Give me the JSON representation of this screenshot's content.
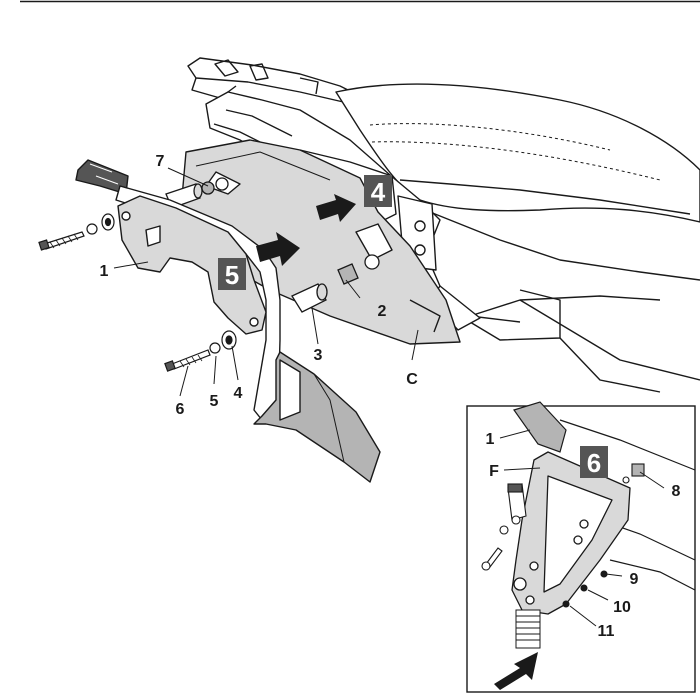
{
  "callouts": {
    "c1": "1",
    "c2": "2",
    "c3": "3",
    "c4": "4",
    "c5": "5",
    "c6": "6",
    "c7": "7",
    "cC": "C",
    "inset_1": "1",
    "inset_F": "F",
    "inset_8": "8",
    "inset_9": "9",
    "inset_10": "10",
    "inset_11": "11"
  },
  "steps": {
    "step4": "4",
    "step5": "5",
    "step6": "6"
  },
  "colors": {
    "line": "#1a1a1a",
    "plate_fill": "#d9d9d9",
    "dark_fill": "#b4b4b4",
    "step_box": "#555555"
  }
}
